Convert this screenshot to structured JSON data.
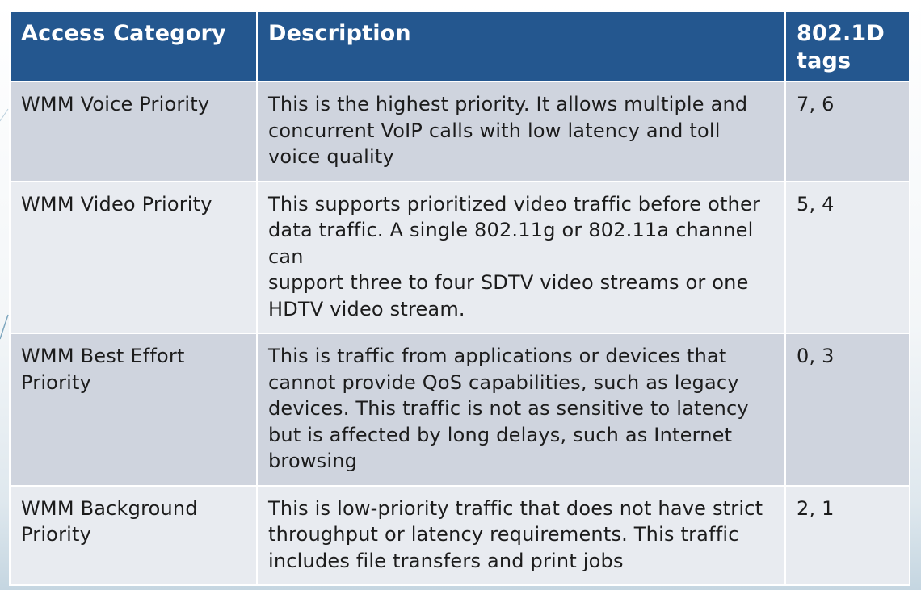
{
  "table": {
    "headers": [
      "Access Category",
      "Description",
      "802.1D tags"
    ],
    "rows": [
      {
        "category": "WMM Voice Priority",
        "description": [
          "This is the highest priority. It allows multiple and concurrent VoIP calls with low latency and toll voice quality"
        ],
        "tags": "7, 6"
      },
      {
        "category": "WMM Video Priority",
        "description": [
          "This supports prioritized video traffic before other",
          "data traffic. A single 802.11g or 802.11a channel can",
          "support three to four SDTV video streams or one HDTV video stream."
        ],
        "tags": "5, 4"
      },
      {
        "category": "WMM Best Effort Priority",
        "description": [
          "This is traffic from applications or devices that cannot provide QoS capabilities, such as legacy devices. This traffic is not as sensitive to latency but is affected by long delays, such as Internet browsing"
        ],
        "tags": "0, 3"
      },
      {
        "category": "WMM Background Priority",
        "description": [
          "This is low-priority traffic that does not have strict throughput or latency requirements. This traffic includes file transfers and print jobs"
        ],
        "tags": "2, 1"
      }
    ]
  },
  "colors": {
    "header_bg": "#24578f",
    "row_odd_bg": "#cfd4de",
    "row_even_bg": "#e8ebf0",
    "header_text": "#ffffff",
    "body_text": "#1c1c1c"
  }
}
